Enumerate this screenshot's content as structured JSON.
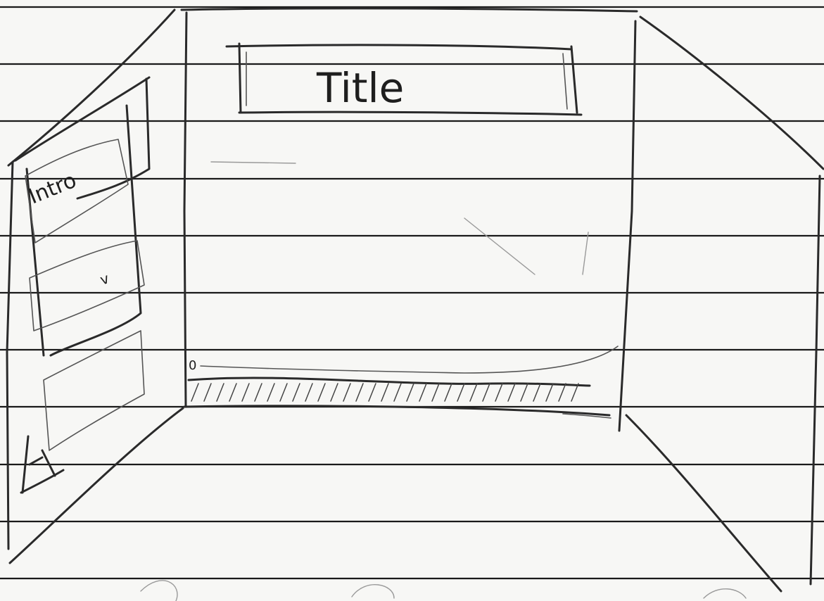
{
  "sketch": {
    "title_label": "Title",
    "side_panel_items": [
      "Intro",
      "v"
    ],
    "progress_value": "0",
    "colors": {
      "paper": "#f7f7f5",
      "pencil": "#2a2a2a",
      "rule_line": "#1a1a1a"
    }
  }
}
